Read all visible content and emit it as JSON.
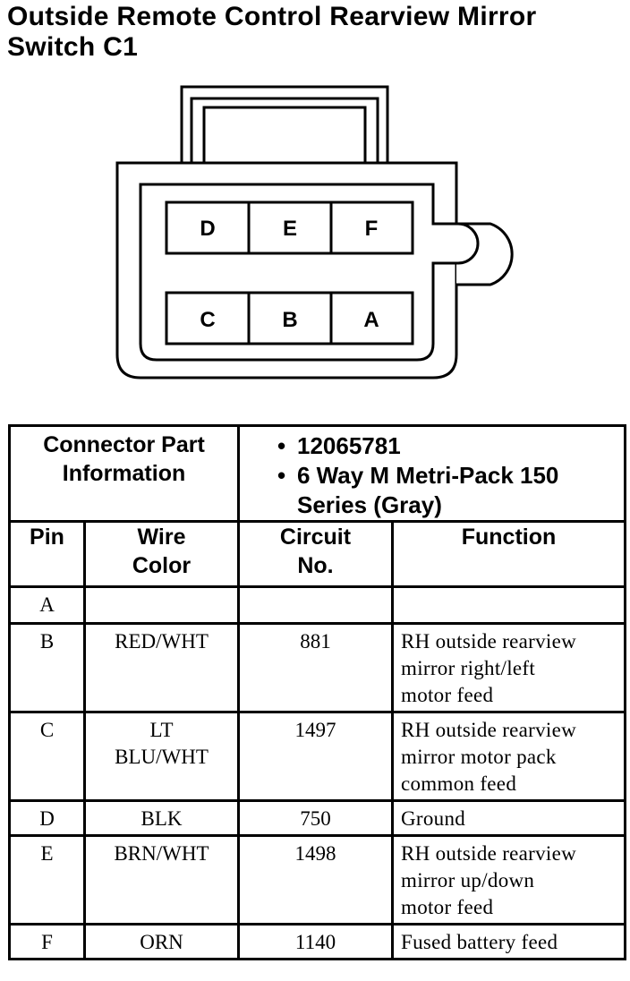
{
  "title": {
    "line1": "Outside Remote Control Rearview Mirror",
    "line2": "Switch C1"
  },
  "connector": {
    "top_row": [
      "D",
      "E",
      "F"
    ],
    "bottom_row": [
      "C",
      "B",
      "A"
    ]
  },
  "part_info": {
    "label_line1": "Connector Part",
    "label_line2": "Information",
    "part_number": "12065781",
    "description_line1": "6 Way M Metri-Pack 150",
    "description_line2": "Series (Gray)"
  },
  "headers": {
    "pin": "Pin",
    "wire_color_line1": "Wire",
    "wire_color_line2": "Color",
    "circuit_line1": "Circuit",
    "circuit_line2": "No.",
    "function": "Function"
  },
  "rows": [
    {
      "pin": "A",
      "wire": "",
      "wire2": "",
      "circuit": "",
      "func1": "",
      "func2": "",
      "func3": ""
    },
    {
      "pin": "B",
      "wire": "RED/WHT",
      "wire2": "",
      "circuit": "881",
      "func1": "RH outside rearview",
      "func2": "mirror right/left",
      "func3": "motor feed"
    },
    {
      "pin": "C",
      "wire": "LT",
      "wire2": "BLU/WHT",
      "circuit": "1497",
      "func1": "RH outside rearview",
      "func2": "mirror motor pack",
      "func3": "common feed"
    },
    {
      "pin": "D",
      "wire": "BLK",
      "wire2": "",
      "circuit": "750",
      "func1": "Ground",
      "func2": "",
      "func3": ""
    },
    {
      "pin": "E",
      "wire": "BRN/WHT",
      "wire2": "",
      "circuit": "1498",
      "func1": "RH outside rearview",
      "func2": "mirror up/down",
      "func3": "motor feed"
    },
    {
      "pin": "F",
      "wire": "ORN",
      "wire2": "",
      "circuit": "1140",
      "func1": "Fused battery feed",
      "func2": "",
      "func3": ""
    }
  ]
}
